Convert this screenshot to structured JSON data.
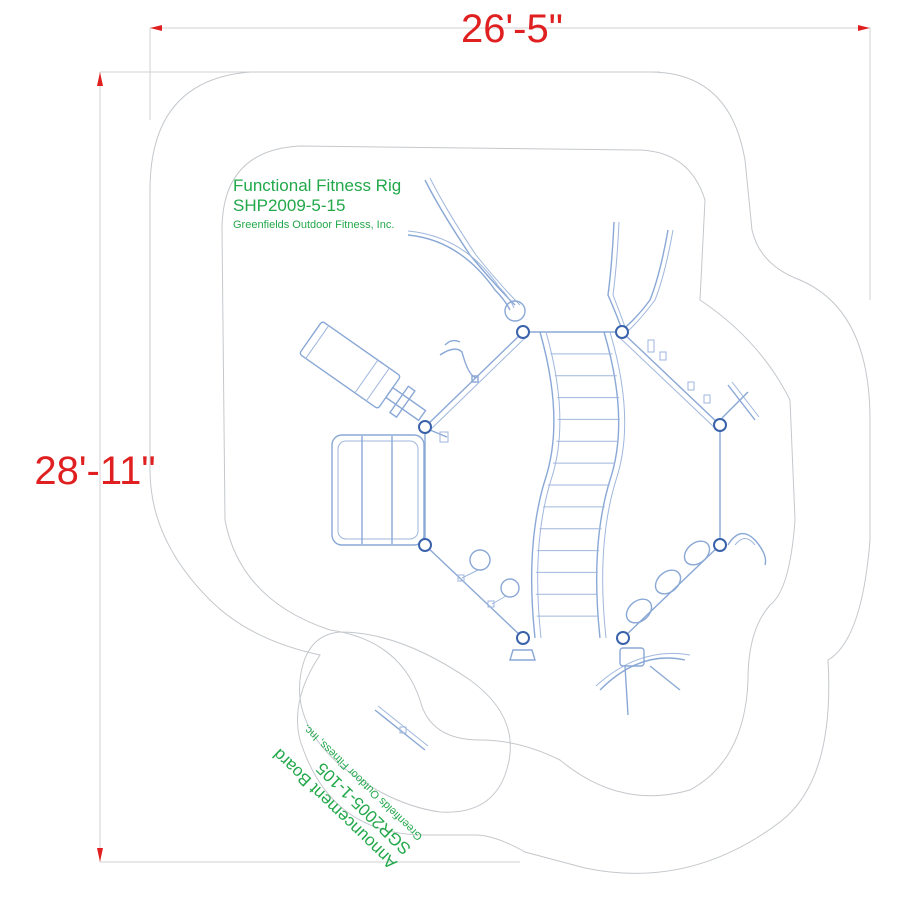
{
  "dimensions": {
    "width_label": "26'-5\"",
    "height_label": "28'-11\"",
    "color": "#e02020"
  },
  "equipment": {
    "rig": {
      "name": "Functional Fitness Rig",
      "model": "SHP2009-5-15",
      "maker": "Greenfields Outdoor Fitness, Inc."
    },
    "board": {
      "name": "Announcement Board",
      "model": "SGR2005-1-105",
      "maker": "Greenfields Outdoor Fitness, Inc."
    },
    "label_color": "#22a84a",
    "equipment_color": "#8aa8d6",
    "post_color": "#3a62ab",
    "outline_color": "#c4c8cc"
  }
}
